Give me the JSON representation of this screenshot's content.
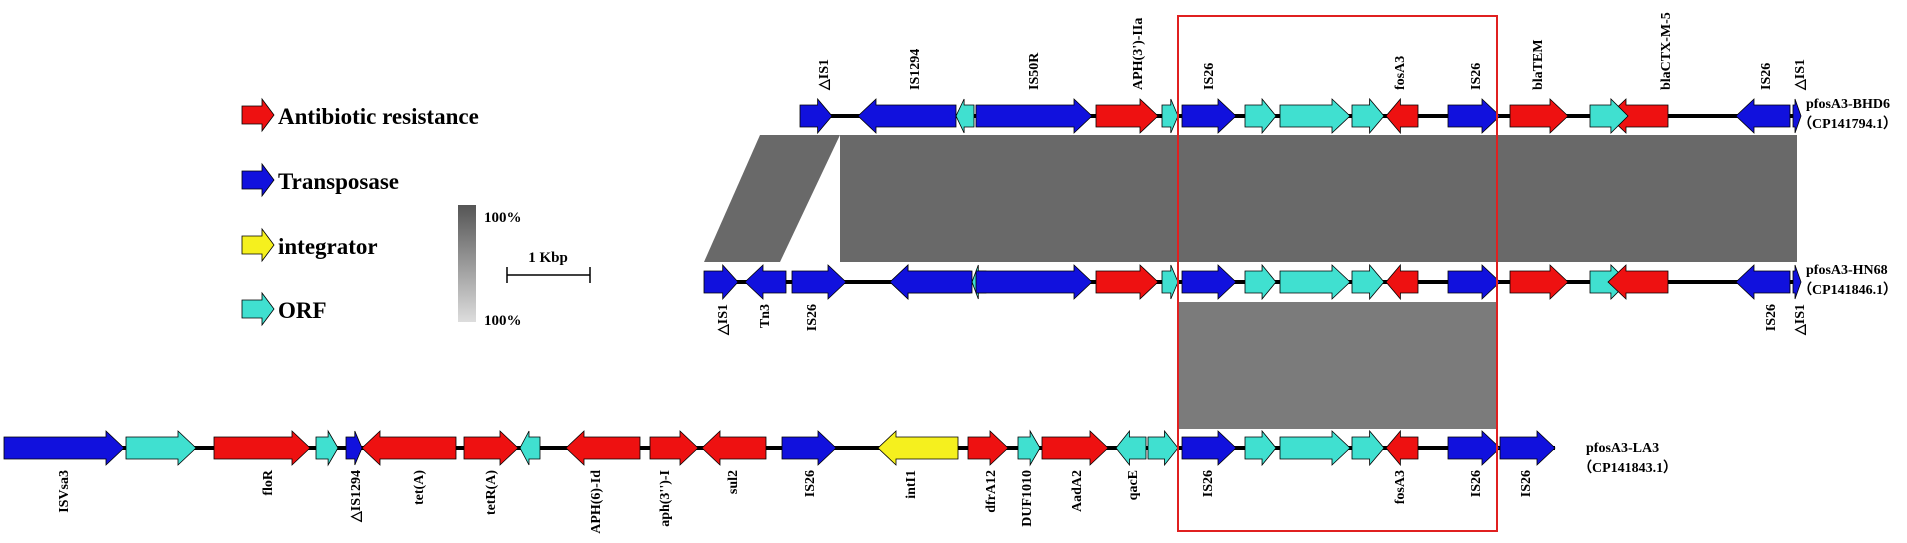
{
  "legend": [
    {
      "label": "Antibiotic resistance",
      "color": "#ee1111"
    },
    {
      "label": "Transposase",
      "color": "#1111dd"
    },
    {
      "label": "integrator",
      "color": "#f5f01e"
    },
    {
      "label": "ORF",
      "color": "#40e0d0"
    }
  ],
  "identity_scale": {
    "top": "100%",
    "bottom": "100%"
  },
  "scale_bar": {
    "label": "1 Kbp"
  },
  "plasmids": [
    {
      "name": "pfosA3-BHD6",
      "accession": "（CP141794.1）"
    },
    {
      "name": "pfosA3-HN68",
      "accession": "（CP141846.1）"
    },
    {
      "name": "pfosA3-LA3",
      "accession": "（CP141843.1）"
    }
  ],
  "gene_labels": {
    "row1": [
      "△IS1",
      "IS1294",
      "IS50R",
      "APH(3')-IIa",
      "IS26",
      "fosA3",
      "IS26",
      "blaTEM",
      "blaCTX-M-5",
      "IS26",
      "△IS1"
    ],
    "row2": [
      "△IS1",
      "Tn3",
      "IS26",
      "IS26",
      "△IS1"
    ],
    "row3": [
      "ISVsa3",
      "floR",
      "△IS1294",
      "tet(A)",
      "tetR(A)",
      "APH(6)-Id",
      "aph(3'')-I",
      "sul2",
      "IS26",
      "intI1",
      "dfrA12",
      "DUF1010",
      "AadA2",
      "qacE",
      "IS26",
      "fosA3",
      "IS26",
      "IS26"
    ]
  },
  "icons": [
    "legend-arrow-icon"
  ],
  "colors": {
    "red": "#ee1111",
    "blue": "#1111dd",
    "yellow": "#f5f01e",
    "cyan": "#40e0d0",
    "highlight": "#e02020",
    "homology": "#696969"
  }
}
